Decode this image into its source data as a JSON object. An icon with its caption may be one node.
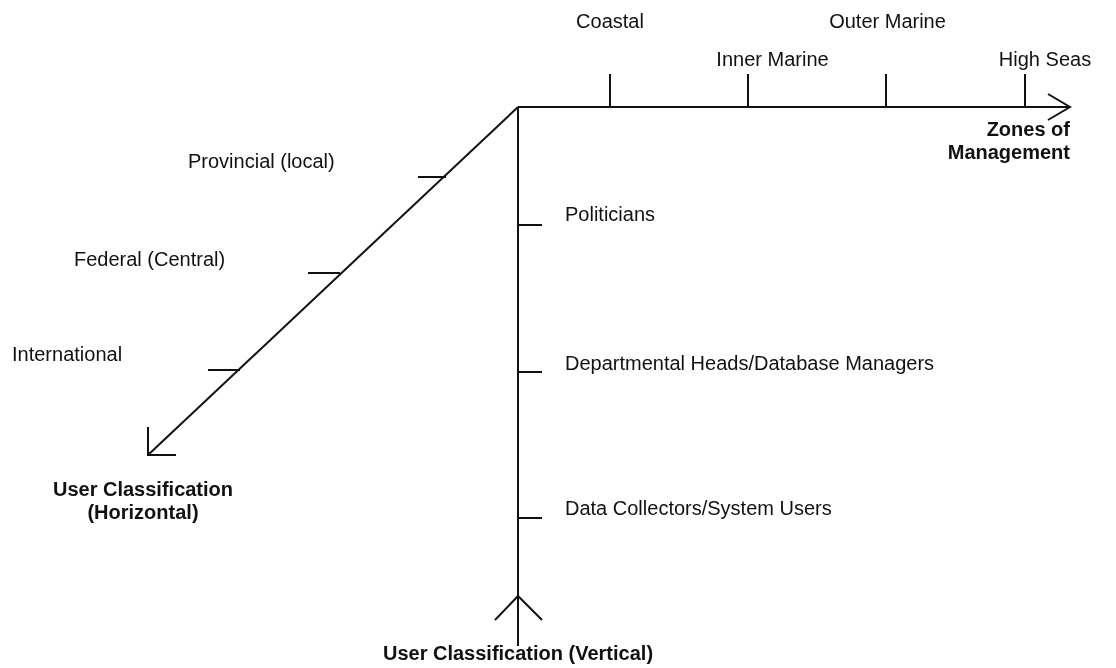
{
  "diagram": {
    "labels": [
      "Coastal",
      "Inner Marine",
      "Outer Marine",
      "High Seas",
      "Zones of Management",
      "Provincial (local)",
      "Politicians",
      "Federal (Central)",
      "International",
      "Departmental Heads/Database Managers",
      "User Classification (Horizontal)",
      "Data Collectors/System Users",
      "User Classification (Vertical)"
    ]
  }
}
